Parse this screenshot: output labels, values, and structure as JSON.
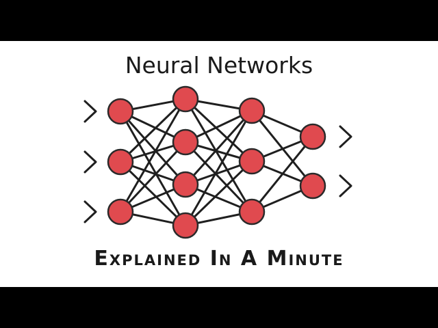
{
  "title": "Neural Networks",
  "subtitle": "Explained In A Minute",
  "colors": {
    "background": "#ffffff",
    "letterbox": "#000000",
    "node_fill": "#e04a4f",
    "node_stroke": "#2a2a2a",
    "edge": "#1f1f1f",
    "text": "#1a1a1a"
  },
  "network": {
    "layers": [
      3,
      4,
      3,
      2
    ],
    "input_arrows": 3,
    "output_arrows": 2
  }
}
